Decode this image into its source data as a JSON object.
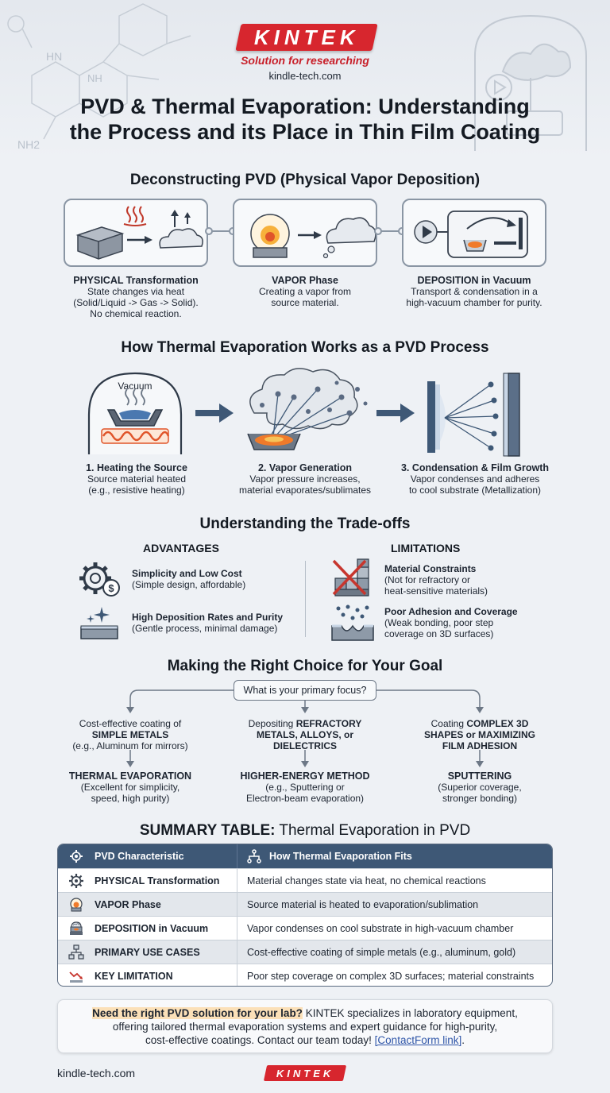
{
  "header": {
    "logo": "KINTEK",
    "tagline": "Solution for researching",
    "site": "kindle-tech.com",
    "title_line1": "PVD & Thermal Evaporation: Understanding",
    "title_line2": "the Process and its Place in Thin Film Coating",
    "molecule_labels": [
      "HN",
      "NH",
      "NH2"
    ]
  },
  "pvd": {
    "title": "Deconstructing PVD (Physical Vapor Deposition)",
    "steps": [
      {
        "title": "PHYSICAL Transformation",
        "line1": "State changes via heat",
        "line2": "(Solid/Liquid -> Gas -> Solid).",
        "line3": "No chemical reaction."
      },
      {
        "title": "VAPOR Phase",
        "line1": "Creating a vapor from",
        "line2": "source material."
      },
      {
        "title": "DEPOSITION in Vacuum",
        "line1": "Transport & condensation in a",
        "line2": "high-vacuum chamber for purity."
      }
    ]
  },
  "thermal": {
    "title": "How Thermal Evaporation Works as a PVD Process",
    "vacuum_label": "Vacuum",
    "steps": [
      {
        "title": "1. Heating the Source",
        "line1": "Source material heated",
        "line2": "(e.g., resistive heating)"
      },
      {
        "title": "2. Vapor Generation",
        "line1": "Vapor pressure increases,",
        "line2": "material evaporates/sublimates"
      },
      {
        "title": "3. Condensation & Film Growth",
        "line1": "Vapor condenses and adheres",
        "line2": "to cool substrate (Metallization)"
      }
    ]
  },
  "tradeoffs": {
    "title": "Understanding the Trade-offs",
    "advantages_head": "ADVANTAGES",
    "limitations_head": "LIMITATIONS",
    "advantages": [
      {
        "title": "Simplicity and Low Cost",
        "line1": "(Simple design, affordable)"
      },
      {
        "title": "High Deposition Rates and Purity",
        "line1": "(Gentle process, minimal damage)"
      }
    ],
    "limitations": [
      {
        "title": "Material Constraints",
        "line1": "(Not for refractory or",
        "line2": "heat-sensitive materials)"
      },
      {
        "title": "Poor Adhesion and Coverage",
        "line1": "(Weak bonding, poor step",
        "line2": "coverage on 3D surfaces)"
      }
    ]
  },
  "choice": {
    "title": "Making the Right Choice for Your Goal",
    "question": "What is your primary focus?",
    "options": [
      {
        "q1": "Cost-effective coating of",
        "q2_bold": "SIMPLE METALS",
        "q3": "(e.g., Aluminum for mirrors)",
        "r_title": "THERMAL EVAPORATION",
        "r1": "(Excellent for simplicity,",
        "r2": "speed, high purity)"
      },
      {
        "q1": "Depositing",
        "q1_bold": "REFRACTORY",
        "q2_bold": "METALS, ALLOYS, or",
        "q3_bold": "DIELECTRICS",
        "r_title": "HIGHER-ENERGY METHOD",
        "r1": "(e.g., Sputtering or",
        "r2": "Electron-beam evaporation)"
      },
      {
        "q1": "Coating",
        "q1_bold": "COMPLEX 3D",
        "q2_bold": "SHAPES or MAXIMIZING",
        "q3_bold": "FILM ADHESION",
        "r_title": "SPUTTERING",
        "r1": "(Superior coverage,",
        "r2": "stronger bonding)"
      }
    ]
  },
  "summary": {
    "title_bold": "SUMMARY TABLE:",
    "title_rest": " Thermal Evaporation in PVD",
    "col1": "PVD Characteristic",
    "col2": "How Thermal Evaporation Fits",
    "rows": [
      {
        "c1": "PHYSICAL Transformation",
        "c2": "Material changes state via heat, no chemical reactions",
        "icon": "gear-icon"
      },
      {
        "c1": "VAPOR Phase",
        "c2": "Source material is heated to evaporation/sublimation",
        "icon": "heater-icon"
      },
      {
        "c1": "DEPOSITION in Vacuum",
        "c2": "Vapor condenses on cool substrate in high-vacuum chamber",
        "icon": "chamber-icon"
      },
      {
        "c1": "PRIMARY USE CASES",
        "c2": "Cost-effective coating of simple metals (e.g., aluminum, gold)",
        "icon": "hierarchy-icon"
      },
      {
        "c1": "KEY LIMITATION",
        "c2": "Poor step coverage on complex 3D surfaces; material constraints",
        "icon": "trend-down-icon"
      }
    ]
  },
  "cta": {
    "highlight": "Need the right PVD solution for your lab?",
    "text1": " KINTEK specializes in laboratory equipment,",
    "text2": "offering tailored thermal evaporation systems and expert guidance for high-purity,",
    "text3": "cost-effective coatings. Contact our team today! ",
    "link": "[ContactForm link]",
    "end": "."
  },
  "footer": {
    "site": "kindle-tech.com",
    "logo": "KINTEK"
  },
  "colors": {
    "brand_red": "#d7262e",
    "table_head": "#3e5876",
    "accent_orange": "#f07a2a"
  }
}
